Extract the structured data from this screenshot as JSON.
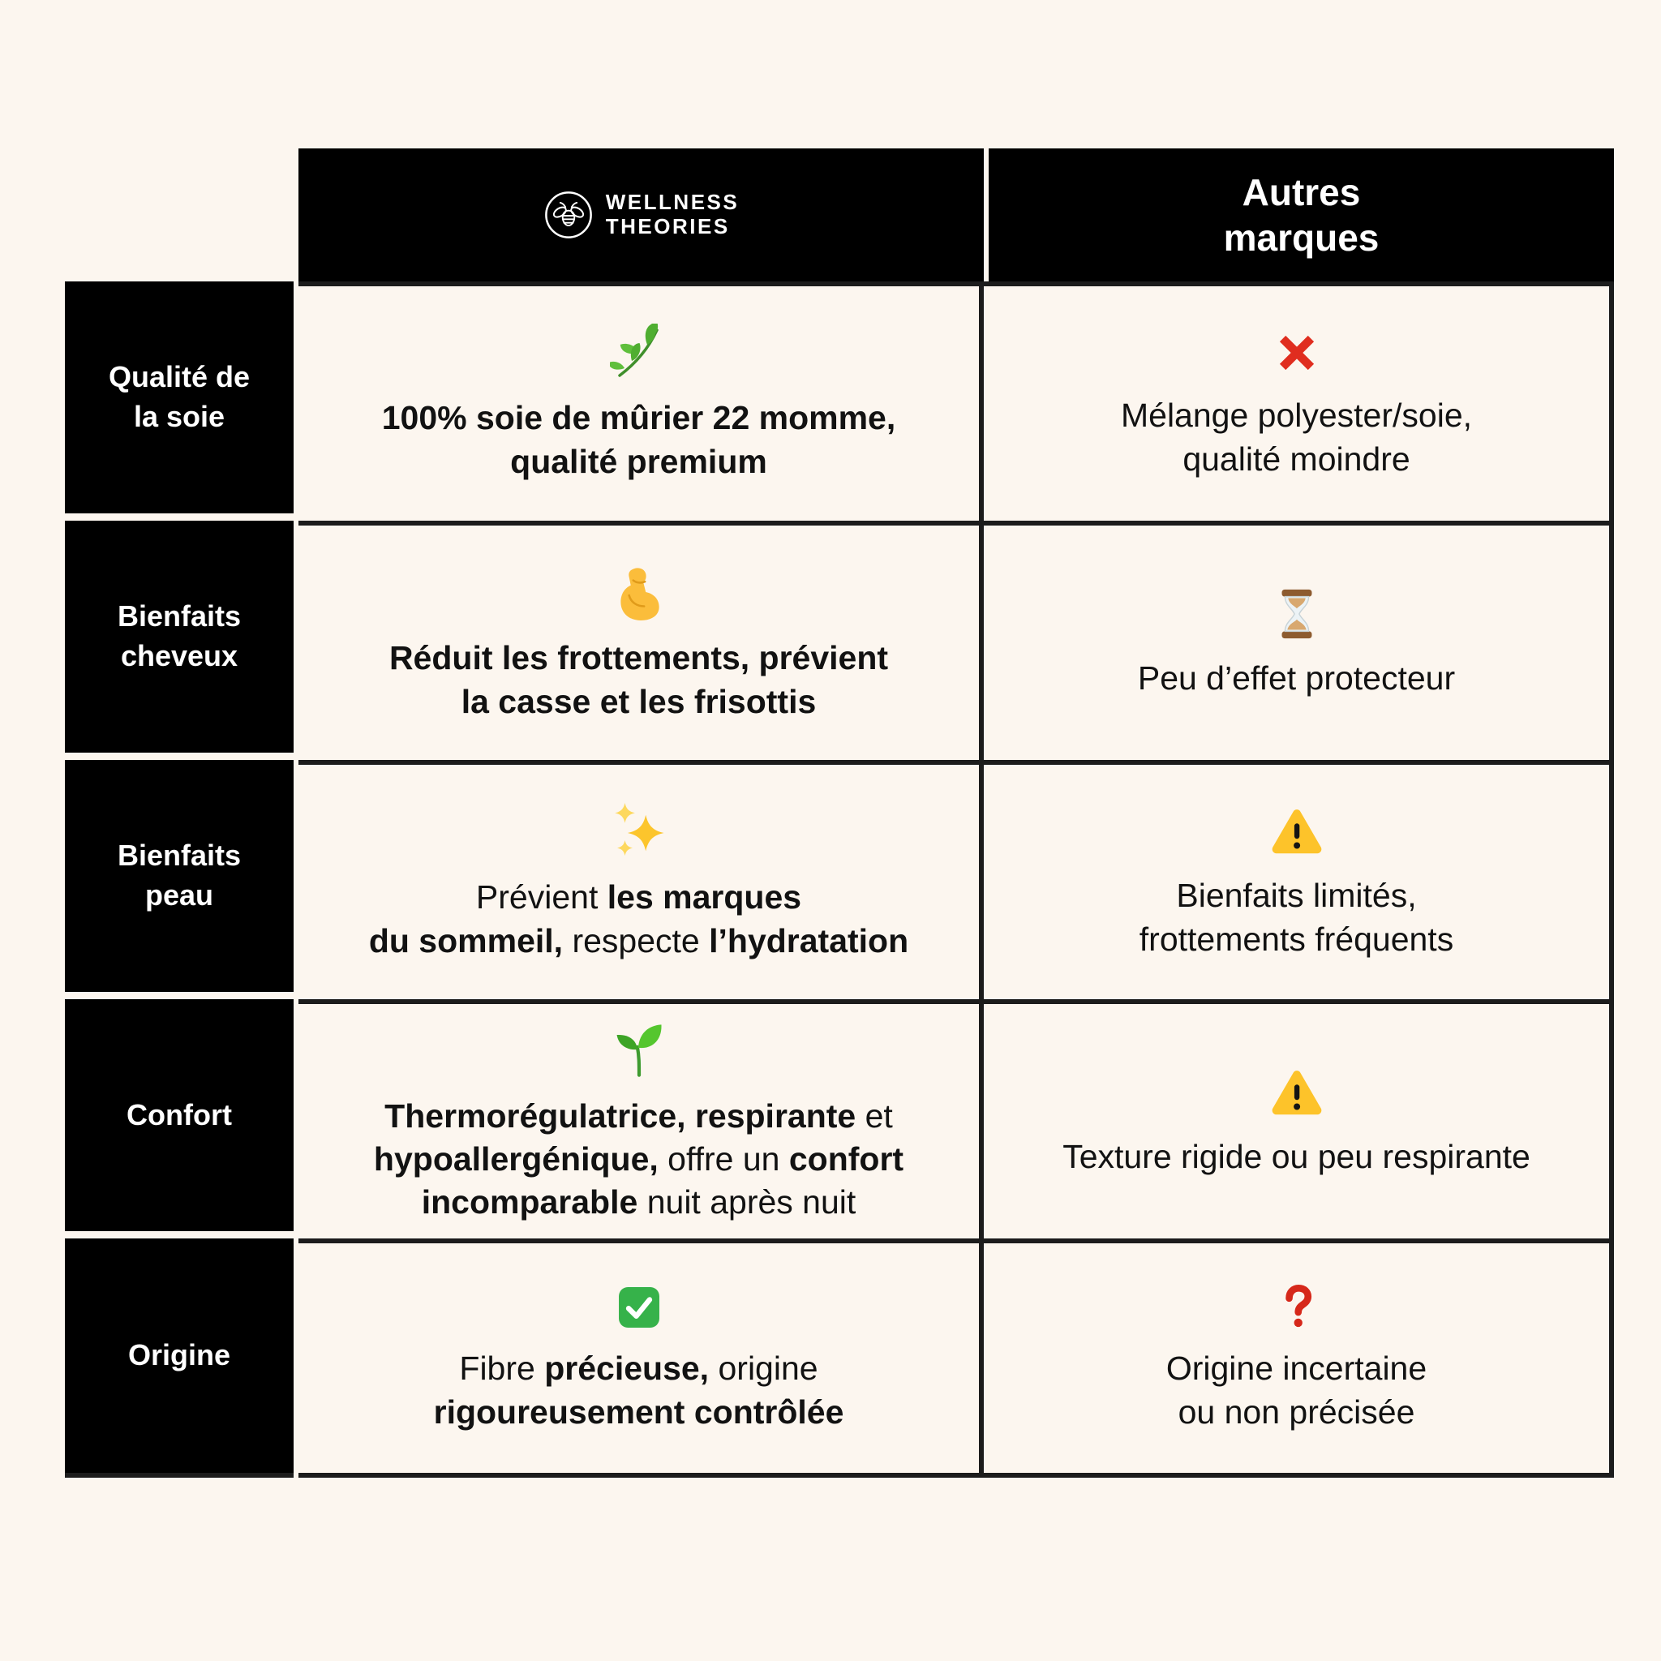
{
  "colors": {
    "background": "#FCF6EF",
    "panel_black": "#000000",
    "border": "#1C1C1C",
    "text": "#121212",
    "cross_red": "#E02D1F",
    "question_red": "#D6281A",
    "warning_yellow": "#FDC32A",
    "check_green": "#36B24A",
    "herb_green": "#4FAE30",
    "seedling_green": "#55C62E",
    "sparkle_gold": "#FCC52C",
    "biceps_yellow": "#FBBD3B",
    "hourglass_brown": "#8D5B2F"
  },
  "header": {
    "brand": {
      "logo": "bee-logo-icon",
      "wordmark": [
        "WELLNESS",
        "THEORIES"
      ]
    },
    "competitor": {
      "lines": [
        "Autres",
        "marques"
      ]
    }
  },
  "rows": [
    {
      "label": {
        "lines": [
          "Qualité de",
          "la soie"
        ]
      },
      "brand": {
        "icon": "herb-icon",
        "lines": [
          [
            {
              "t": "100% soie de mûrier 22 momme,",
              "b": true
            }
          ],
          [
            {
              "t": "qualité premium",
              "b": true
            }
          ]
        ]
      },
      "others": {
        "icon": "cross-icon",
        "lines": [
          "Mélange polyester/soie,",
          "qualité moindre"
        ]
      }
    },
    {
      "label": {
        "lines": [
          "Bienfaits",
          "cheveux"
        ]
      },
      "brand": {
        "icon": "biceps-icon",
        "lines": [
          [
            {
              "t": "Réduit les frottements, prévient",
              "b": true
            }
          ],
          [
            {
              "t": "la casse et les frisottis",
              "b": true
            }
          ]
        ]
      },
      "others": {
        "icon": "hourglass-icon",
        "lines": [
          "Peu d’effet protecteur"
        ]
      }
    },
    {
      "label": {
        "lines": [
          "Bienfaits",
          "peau"
        ]
      },
      "brand": {
        "icon": "sparkles-icon",
        "lines": [
          [
            {
              "t": "Prévient",
              "b": false
            },
            {
              "t": "les marques",
              "b": true
            }
          ],
          [
            {
              "t": "du sommeil,",
              "b": true
            },
            {
              "t": "respecte",
              "b": false
            },
            {
              "t": "l’hydratation",
              "b": true
            }
          ]
        ]
      },
      "others": {
        "icon": "warning-icon",
        "lines": [
          "Bienfaits limités,",
          "frottements fréquents"
        ]
      }
    },
    {
      "label": {
        "lines": [
          "Confort"
        ]
      },
      "brand": {
        "icon": "seedling-icon",
        "lines": [
          [
            {
              "t": "Thermorégulatrice, respirante",
              "b": true
            },
            {
              "t": "et",
              "b": false
            }
          ],
          [
            {
              "t": "hypoallergénique,",
              "b": true
            },
            {
              "t": "offre un",
              "b": false
            },
            {
              "t": "confort",
              "b": true
            }
          ],
          [
            {
              "t": "incomparable",
              "b": true
            },
            {
              "t": "nuit après nuit",
              "b": false
            }
          ]
        ]
      },
      "others": {
        "icon": "warning-icon",
        "lines": [
          "Texture rigide ou peu respirante"
        ]
      }
    },
    {
      "label": {
        "lines": [
          "Origine"
        ]
      },
      "brand": {
        "icon": "check-icon",
        "lines": [
          [
            {
              "t": "Fibre",
              "b": false
            },
            {
              "t": "précieuse,",
              "b": true
            },
            {
              "t": "origine",
              "b": false
            }
          ],
          [
            {
              "t": "rigoureusement contrôlée",
              "b": true
            }
          ]
        ]
      },
      "others": {
        "icon": "question-icon",
        "lines": [
          "Origine incertaine",
          "ou non précisée"
        ]
      }
    }
  ]
}
